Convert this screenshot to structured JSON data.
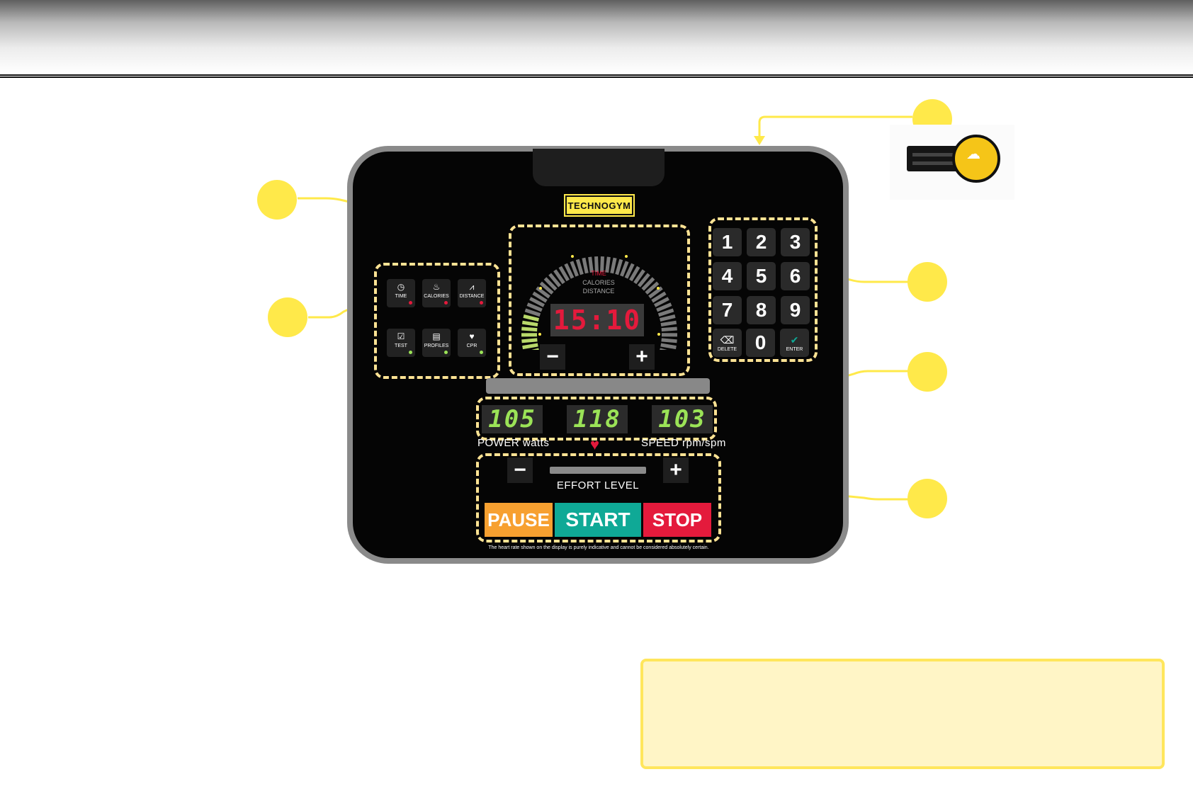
{
  "colors": {
    "accent_yellow": "#ffe94a",
    "dashed_outline": "#ffe394",
    "pause": "#f7a030",
    "start": "#0fa996",
    "stop": "#e41a3c",
    "led_green": "#9be357",
    "led_red": "#e41a3c"
  },
  "logo": {
    "text": "TECHNOGYM"
  },
  "programs": [
    {
      "label": "TIME",
      "icon": "clock-icon",
      "glyph": "◷",
      "led": "red"
    },
    {
      "label": "CALORIES",
      "icon": "flame-icon",
      "glyph": "♨",
      "led": "red"
    },
    {
      "label": "DISTANCE",
      "icon": "road-icon",
      "glyph": "⩘",
      "led": "red"
    },
    {
      "label": "TEST",
      "icon": "checklist-icon",
      "glyph": "☑",
      "led": "green"
    },
    {
      "label": "PROFILES",
      "icon": "bars-icon",
      "glyph": "▤",
      "led": "green"
    },
    {
      "label": "CPR",
      "icon": "cpr-icon",
      "glyph": "♥",
      "led": "green"
    }
  ],
  "display": {
    "modes": [
      "TIME",
      "CALORIES",
      "DISTANCE"
    ],
    "active_mode": "TIME",
    "readout": "15:10",
    "minus": "−",
    "plus": "+"
  },
  "keypad": {
    "digits": [
      "1",
      "2",
      "3",
      "4",
      "5",
      "6",
      "7",
      "8",
      "9"
    ],
    "zero": "0",
    "delete_label": "DELETE",
    "delete_icon": "delete-icon",
    "enter_label": "ENTER",
    "enter_icon": "check-icon"
  },
  "metrics": {
    "power_value": "105",
    "heart_rate_value": "118",
    "speed_value": "103",
    "power_label": "POWER watts",
    "speed_label": "SPEED rpm/spm"
  },
  "effort": {
    "label": "EFFORT LEVEL",
    "minus": "−",
    "plus": "+"
  },
  "buttons": {
    "pause": "PAUSE",
    "start": "START",
    "stop": "STOP"
  },
  "disclaimer": "The heart rate shown on the display is purely indicative and cannot be considered absolutely certain."
}
